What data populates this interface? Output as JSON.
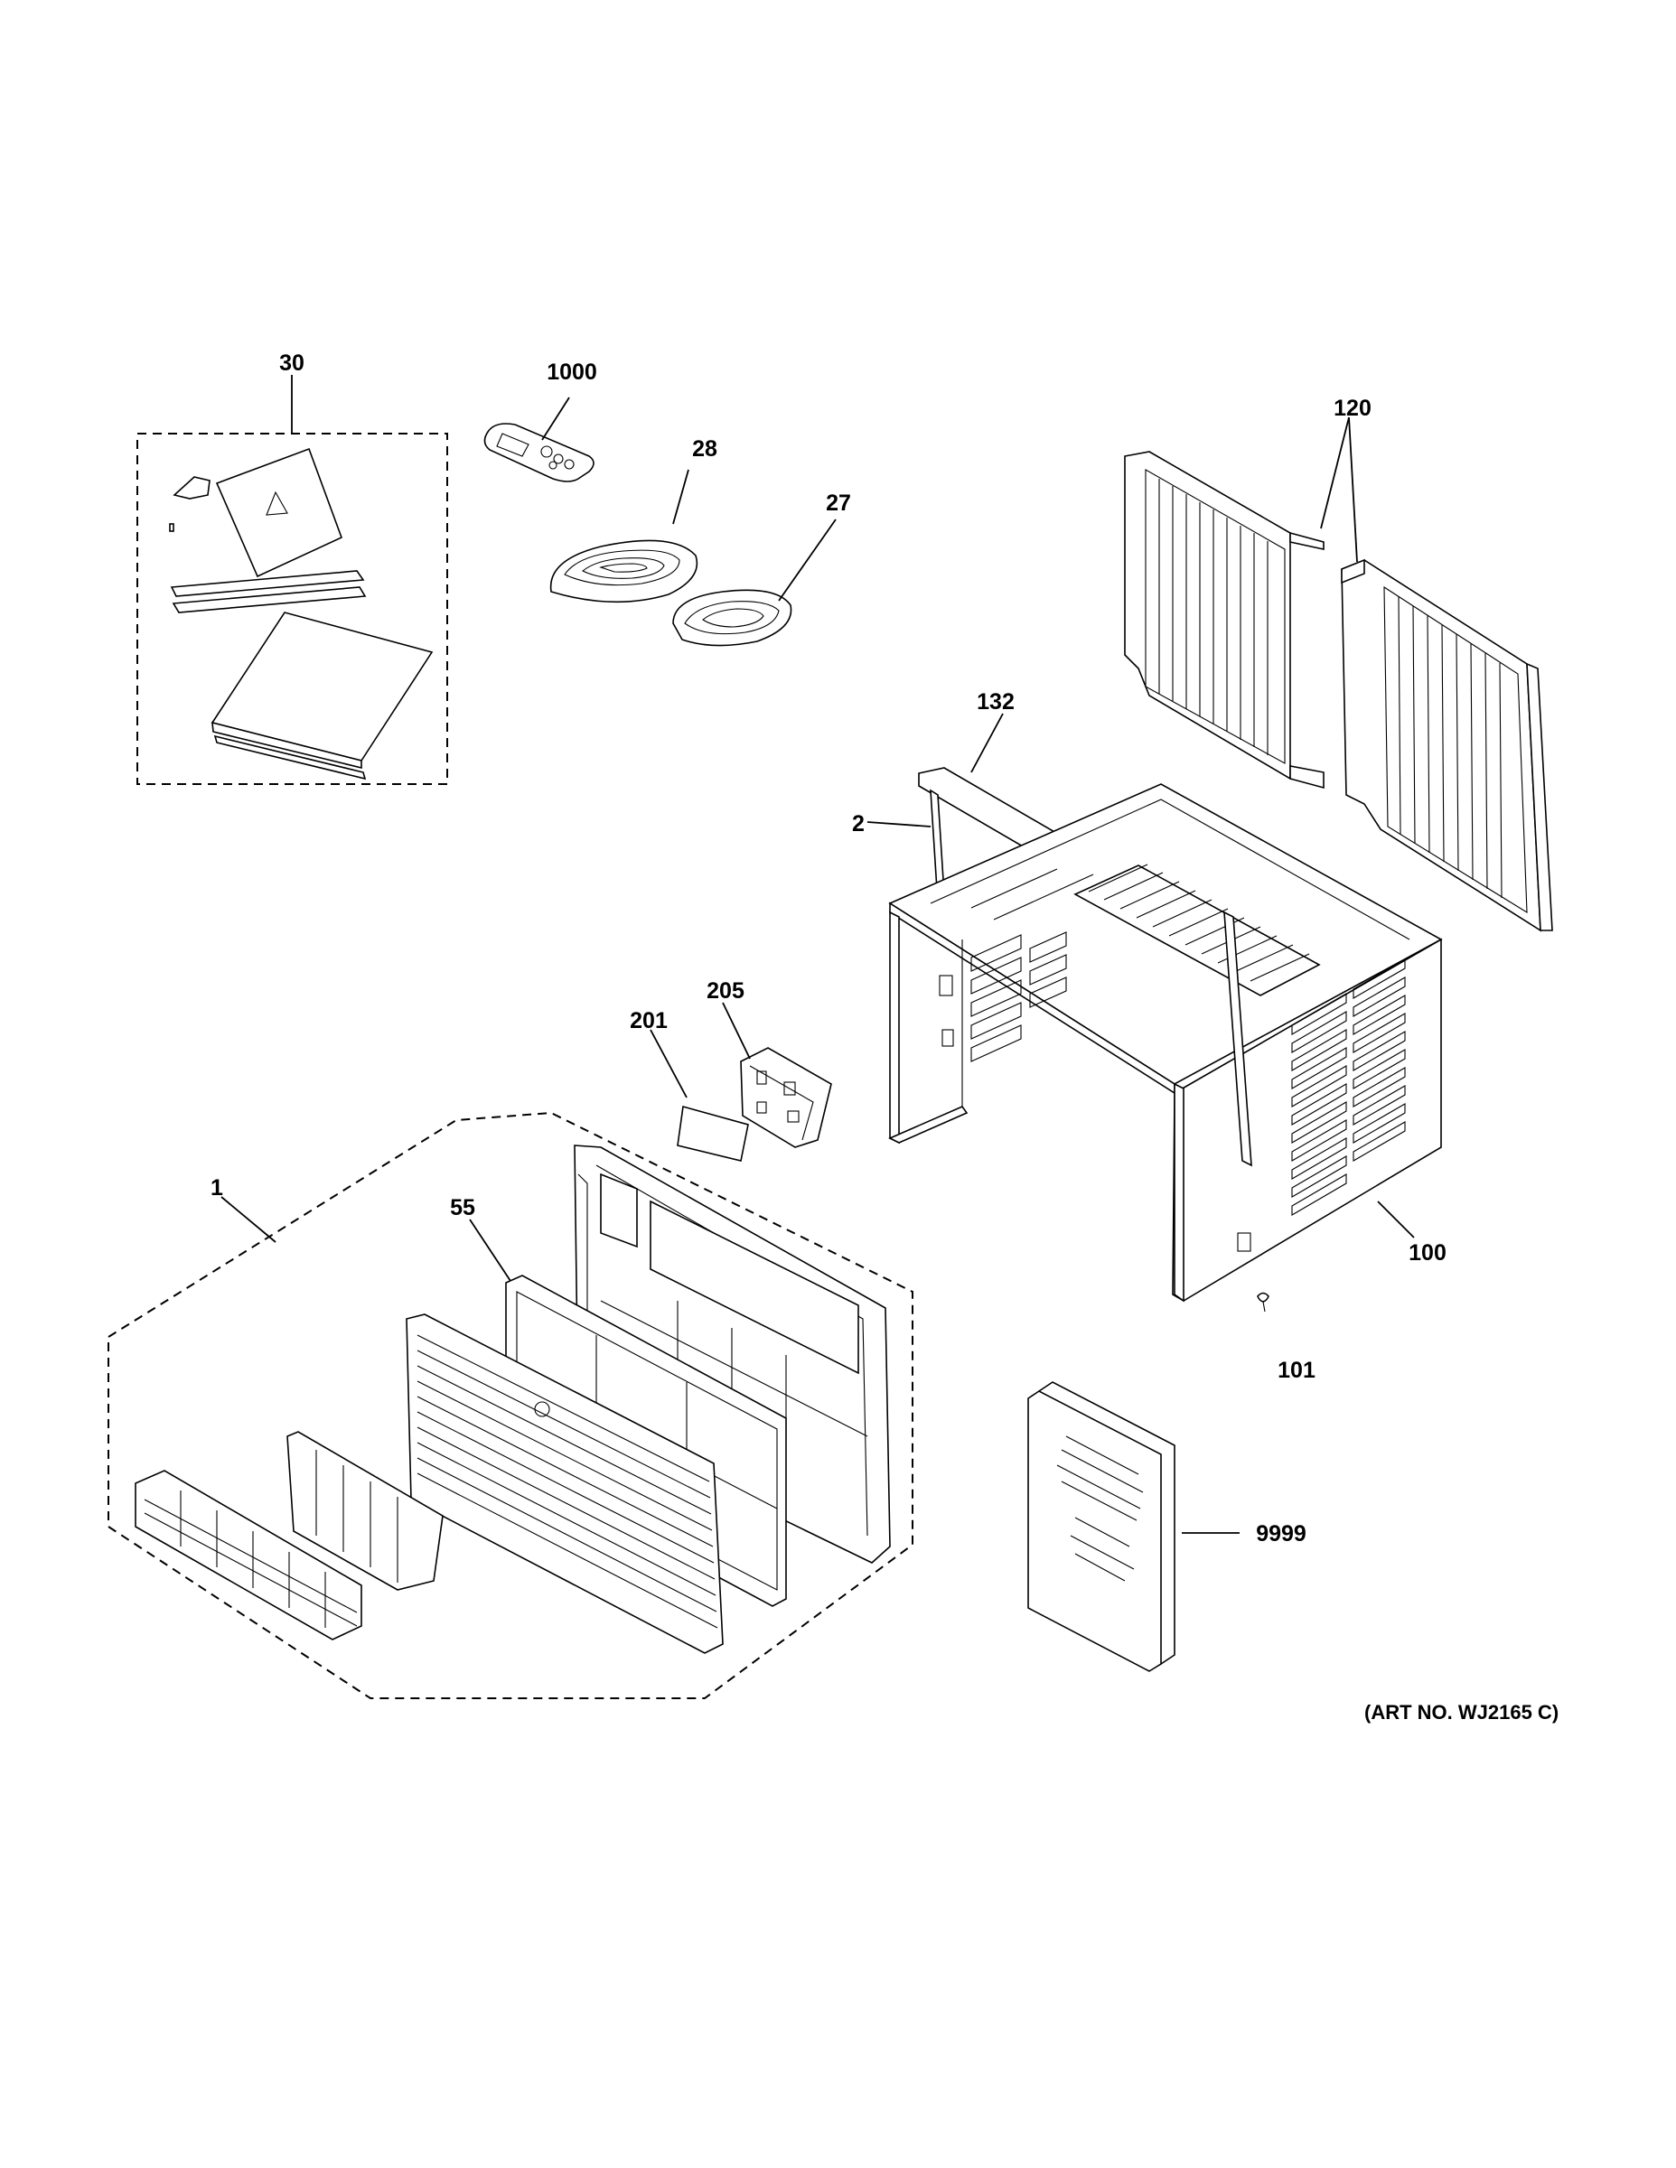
{
  "diagram": {
    "callouts": {
      "c30": "30",
      "c1000": "1000",
      "c28": "28",
      "c27": "27",
      "c120": "120",
      "c132": "132",
      "c2": "2",
      "c205": "205",
      "c201": "201",
      "c1": "1",
      "c55": "55",
      "c100": "100",
      "c101": "101",
      "c9999": "9999"
    },
    "art_number": "(ART NO. WJ2165 C)"
  }
}
